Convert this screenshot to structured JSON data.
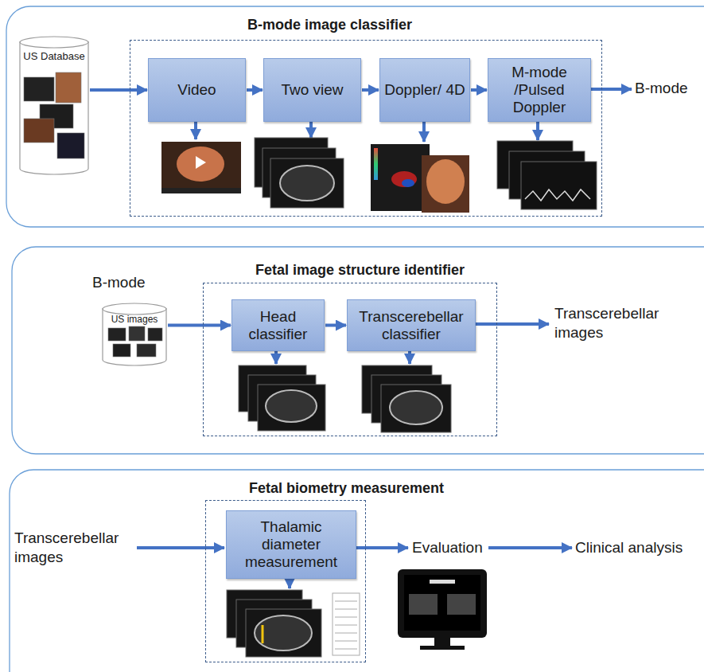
{
  "diagram": {
    "nodes": [
      {
        "text": [
          "US Database"
        ]
      },
      {
        "text": [
          "B-mode image classifier"
        ]
      },
      {
        "text": [
          "Video"
        ],
        "in": 1
      },
      {
        "text": [
          "Two view"
        ],
        "in": 1
      },
      {
        "text": [
          "Doppler/ 4D"
        ],
        "in": 1
      },
      {
        "text": [
          "M-mode /Pulsed Doppler"
        ],
        "in": 1
      },
      {
        "text": [
          "B-mode",
          "US images"
        ]
      },
      {
        "text": [
          "Fetal image structure identifier"
        ]
      },
      {
        "text": [
          "Head classifier"
        ],
        "in": 7
      },
      {
        "text": [
          "Transcerebellar classifier"
        ],
        "in": 7
      },
      {
        "text": [
          "Fetal biometry measurement"
        ]
      },
      {
        "text": [
          "Thalamic diameter measurement"
        ],
        "in": 10
      }
    ],
    "edges": [
      {
        "from": 0,
        "to": 2,
        "arrow": "to"
      },
      {
        "from": 2,
        "to": 3,
        "arrow": "to"
      },
      {
        "from": 3,
        "to": 4,
        "arrow": "to"
      },
      {
        "from": 4,
        "to": 5,
        "arrow": "to"
      },
      {
        "from": 6,
        "to": 8,
        "arrow": "to"
      },
      {
        "from": 8,
        "to": 9,
        "arrow": "to"
      }
    ],
    "labels": [
      "B-mode",
      "Transcerebellar images",
      "Transcerebellar images",
      "Evaluation",
      "Clinical analysis"
    ]
  }
}
